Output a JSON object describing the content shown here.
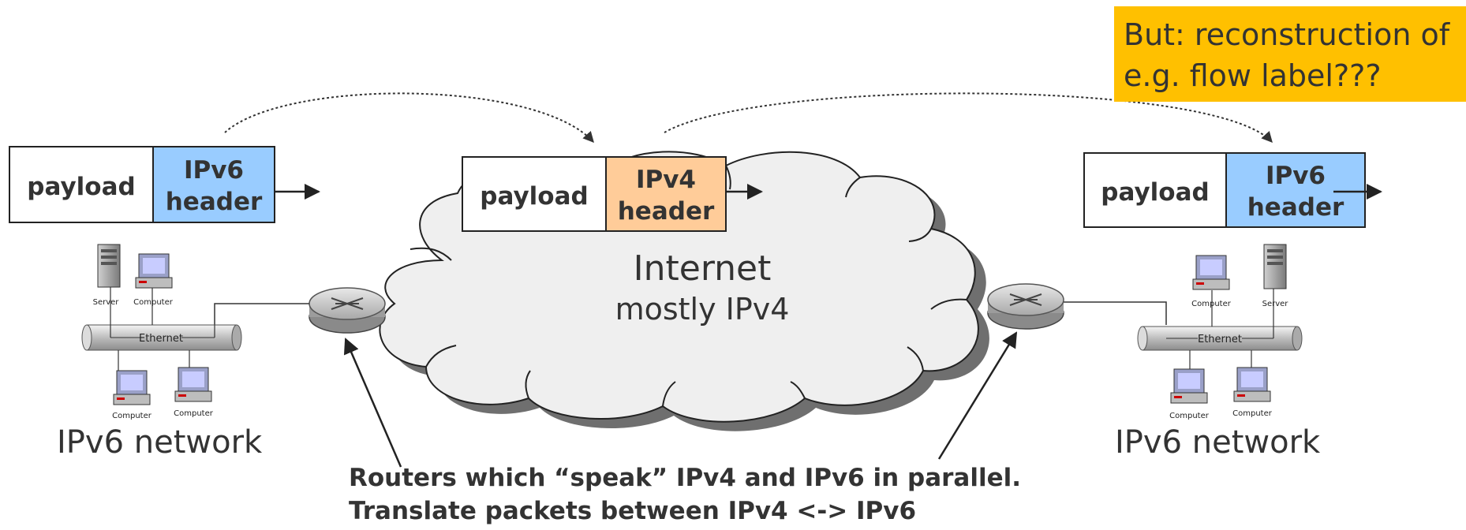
{
  "note": {
    "line1": "But: reconstruction of",
    "line2": "e.g. flow label???",
    "color": "#ffc000"
  },
  "packets": {
    "left": {
      "payload": "payload",
      "header_line1": "IPv6",
      "header_line2": "header",
      "header_color": "#99ccff"
    },
    "middle": {
      "payload": "payload",
      "header_line1": "IPv4",
      "header_line2": "header",
      "header_color": "#ffcc99"
    },
    "right": {
      "payload": "payload",
      "header_line1": "IPv6",
      "header_line2": "header",
      "header_color": "#99ccff"
    }
  },
  "cloud": {
    "line1": "Internet",
    "line2": "mostly IPv4"
  },
  "networks": {
    "left": {
      "label": "IPv6 network",
      "server": "Server",
      "computer": "Computer",
      "bus": "Ethernet"
    },
    "right": {
      "label": "IPv6 network",
      "server": "Server",
      "computer": "Computer",
      "bus": "Ethernet"
    }
  },
  "caption": {
    "line1": "Routers which “speak” IPv4 and IPv6 in parallel.",
    "line2": "Translate packets between IPv4 <-> IPv6"
  }
}
